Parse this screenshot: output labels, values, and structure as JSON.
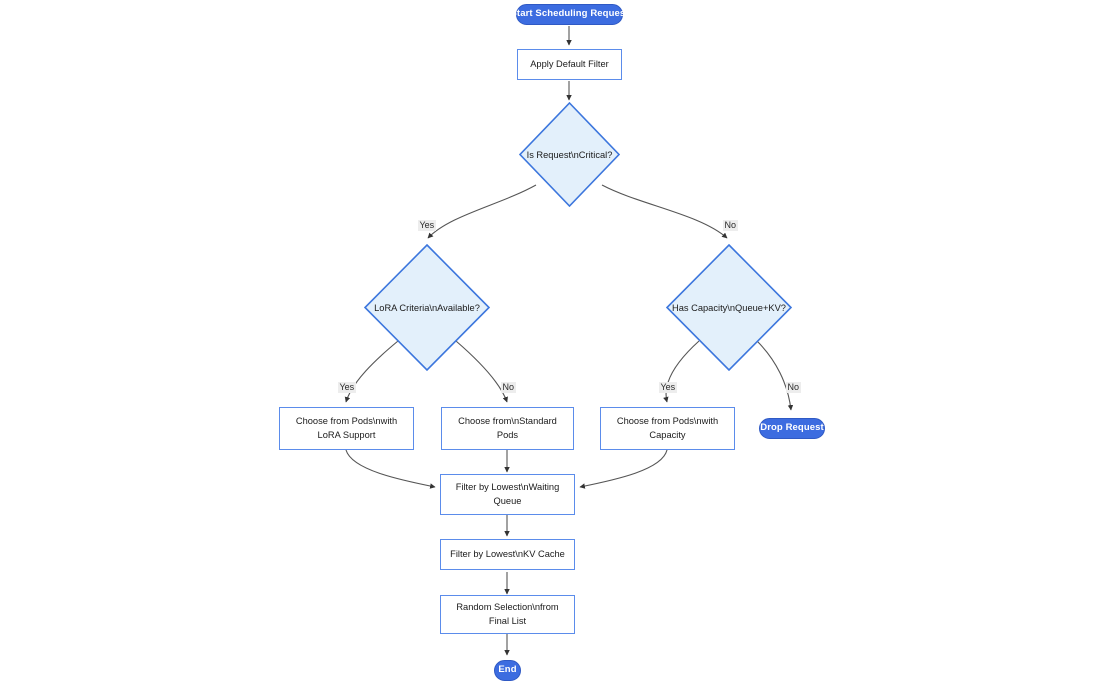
{
  "diagram": {
    "type": "flowchart",
    "title": "",
    "colors": {
      "terminal_fill": "#3c6ce0",
      "terminal_text": "#ffffff",
      "process_fill": "#ffffff",
      "process_border": "#5b8ceb",
      "decision_fill": "#e3f0fb",
      "decision_border": "#3c76dd",
      "edge_stroke": "#555555",
      "edge_label_bg": "#ededed",
      "text": "#1b1b1b",
      "background": "#ffffff"
    },
    "nodes": {
      "start": {
        "label": "Start Scheduling Request",
        "shape": "stadium"
      },
      "apply_default_filter": {
        "label": "Apply Default Filter",
        "shape": "rect"
      },
      "is_request_critical": {
        "label": "Is Request\\nCritical?",
        "shape": "diamond"
      },
      "lora_criteria_available": {
        "label": "LoRA Criteria\\nAvailable?",
        "shape": "diamond"
      },
      "has_capacity": {
        "label": "Has Capacity\\nQueue+KV?",
        "shape": "diamond"
      },
      "choose_lora_pods": {
        "label_line1": "Choose from Pods\\nwith",
        "label_line2": "LoRA Support",
        "shape": "rect"
      },
      "choose_standard_pods": {
        "label_line1": "Choose from\\nStandard",
        "label_line2": "Pods",
        "shape": "rect"
      },
      "choose_capacity_pods": {
        "label_line1": "Choose from Pods\\nwith",
        "label_line2": "Capacity",
        "shape": "rect"
      },
      "drop_request": {
        "label": "Drop Request",
        "shape": "stadium"
      },
      "filter_waiting_queue": {
        "label_line1": "Filter by Lowest\\nWaiting",
        "label_line2": "Queue",
        "shape": "rect"
      },
      "filter_kv_cache": {
        "label": "Filter by Lowest\\nKV Cache",
        "shape": "rect"
      },
      "random_selection": {
        "label_line1": "Random Selection\\nfrom",
        "label_line2": "Final List",
        "shape": "rect"
      },
      "end": {
        "label": "End",
        "shape": "stadium"
      }
    },
    "edge_labels": {
      "critical_yes": "Yes",
      "critical_no": "No",
      "lora_yes": "Yes",
      "lora_no": "No",
      "capacity_yes": "Yes",
      "capacity_no": "No"
    },
    "edges": [
      {
        "from": "start",
        "to": "apply_default_filter",
        "label": ""
      },
      {
        "from": "apply_default_filter",
        "to": "is_request_critical",
        "label": ""
      },
      {
        "from": "is_request_critical",
        "to": "lora_criteria_available",
        "label": "Yes"
      },
      {
        "from": "is_request_critical",
        "to": "has_capacity",
        "label": "No"
      },
      {
        "from": "lora_criteria_available",
        "to": "choose_lora_pods",
        "label": "Yes"
      },
      {
        "from": "lora_criteria_available",
        "to": "choose_standard_pods",
        "label": "No"
      },
      {
        "from": "has_capacity",
        "to": "choose_capacity_pods",
        "label": "Yes"
      },
      {
        "from": "has_capacity",
        "to": "drop_request",
        "label": "No"
      },
      {
        "from": "choose_lora_pods",
        "to": "filter_waiting_queue",
        "label": ""
      },
      {
        "from": "choose_standard_pods",
        "to": "filter_waiting_queue",
        "label": ""
      },
      {
        "from": "choose_capacity_pods",
        "to": "filter_waiting_queue",
        "label": ""
      },
      {
        "from": "filter_waiting_queue",
        "to": "filter_kv_cache",
        "label": ""
      },
      {
        "from": "filter_kv_cache",
        "to": "random_selection",
        "label": ""
      },
      {
        "from": "random_selection",
        "to": "end",
        "label": ""
      }
    ]
  }
}
